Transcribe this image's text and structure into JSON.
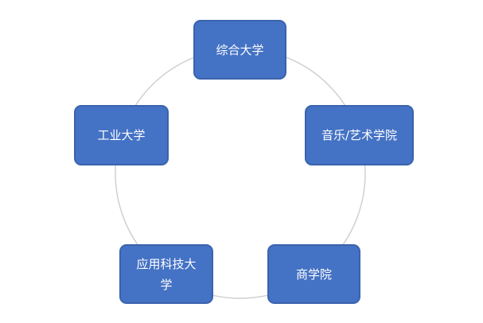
{
  "diagram": {
    "type": "cycle",
    "node_color": "#4472c4",
    "ring_color": "#d0d0d0",
    "nodes": [
      {
        "label": "综合大学"
      },
      {
        "label": "音乐/艺术学院"
      },
      {
        "label": "商学院"
      },
      {
        "label": "应用科技大学"
      },
      {
        "label": "工业大学"
      }
    ]
  }
}
